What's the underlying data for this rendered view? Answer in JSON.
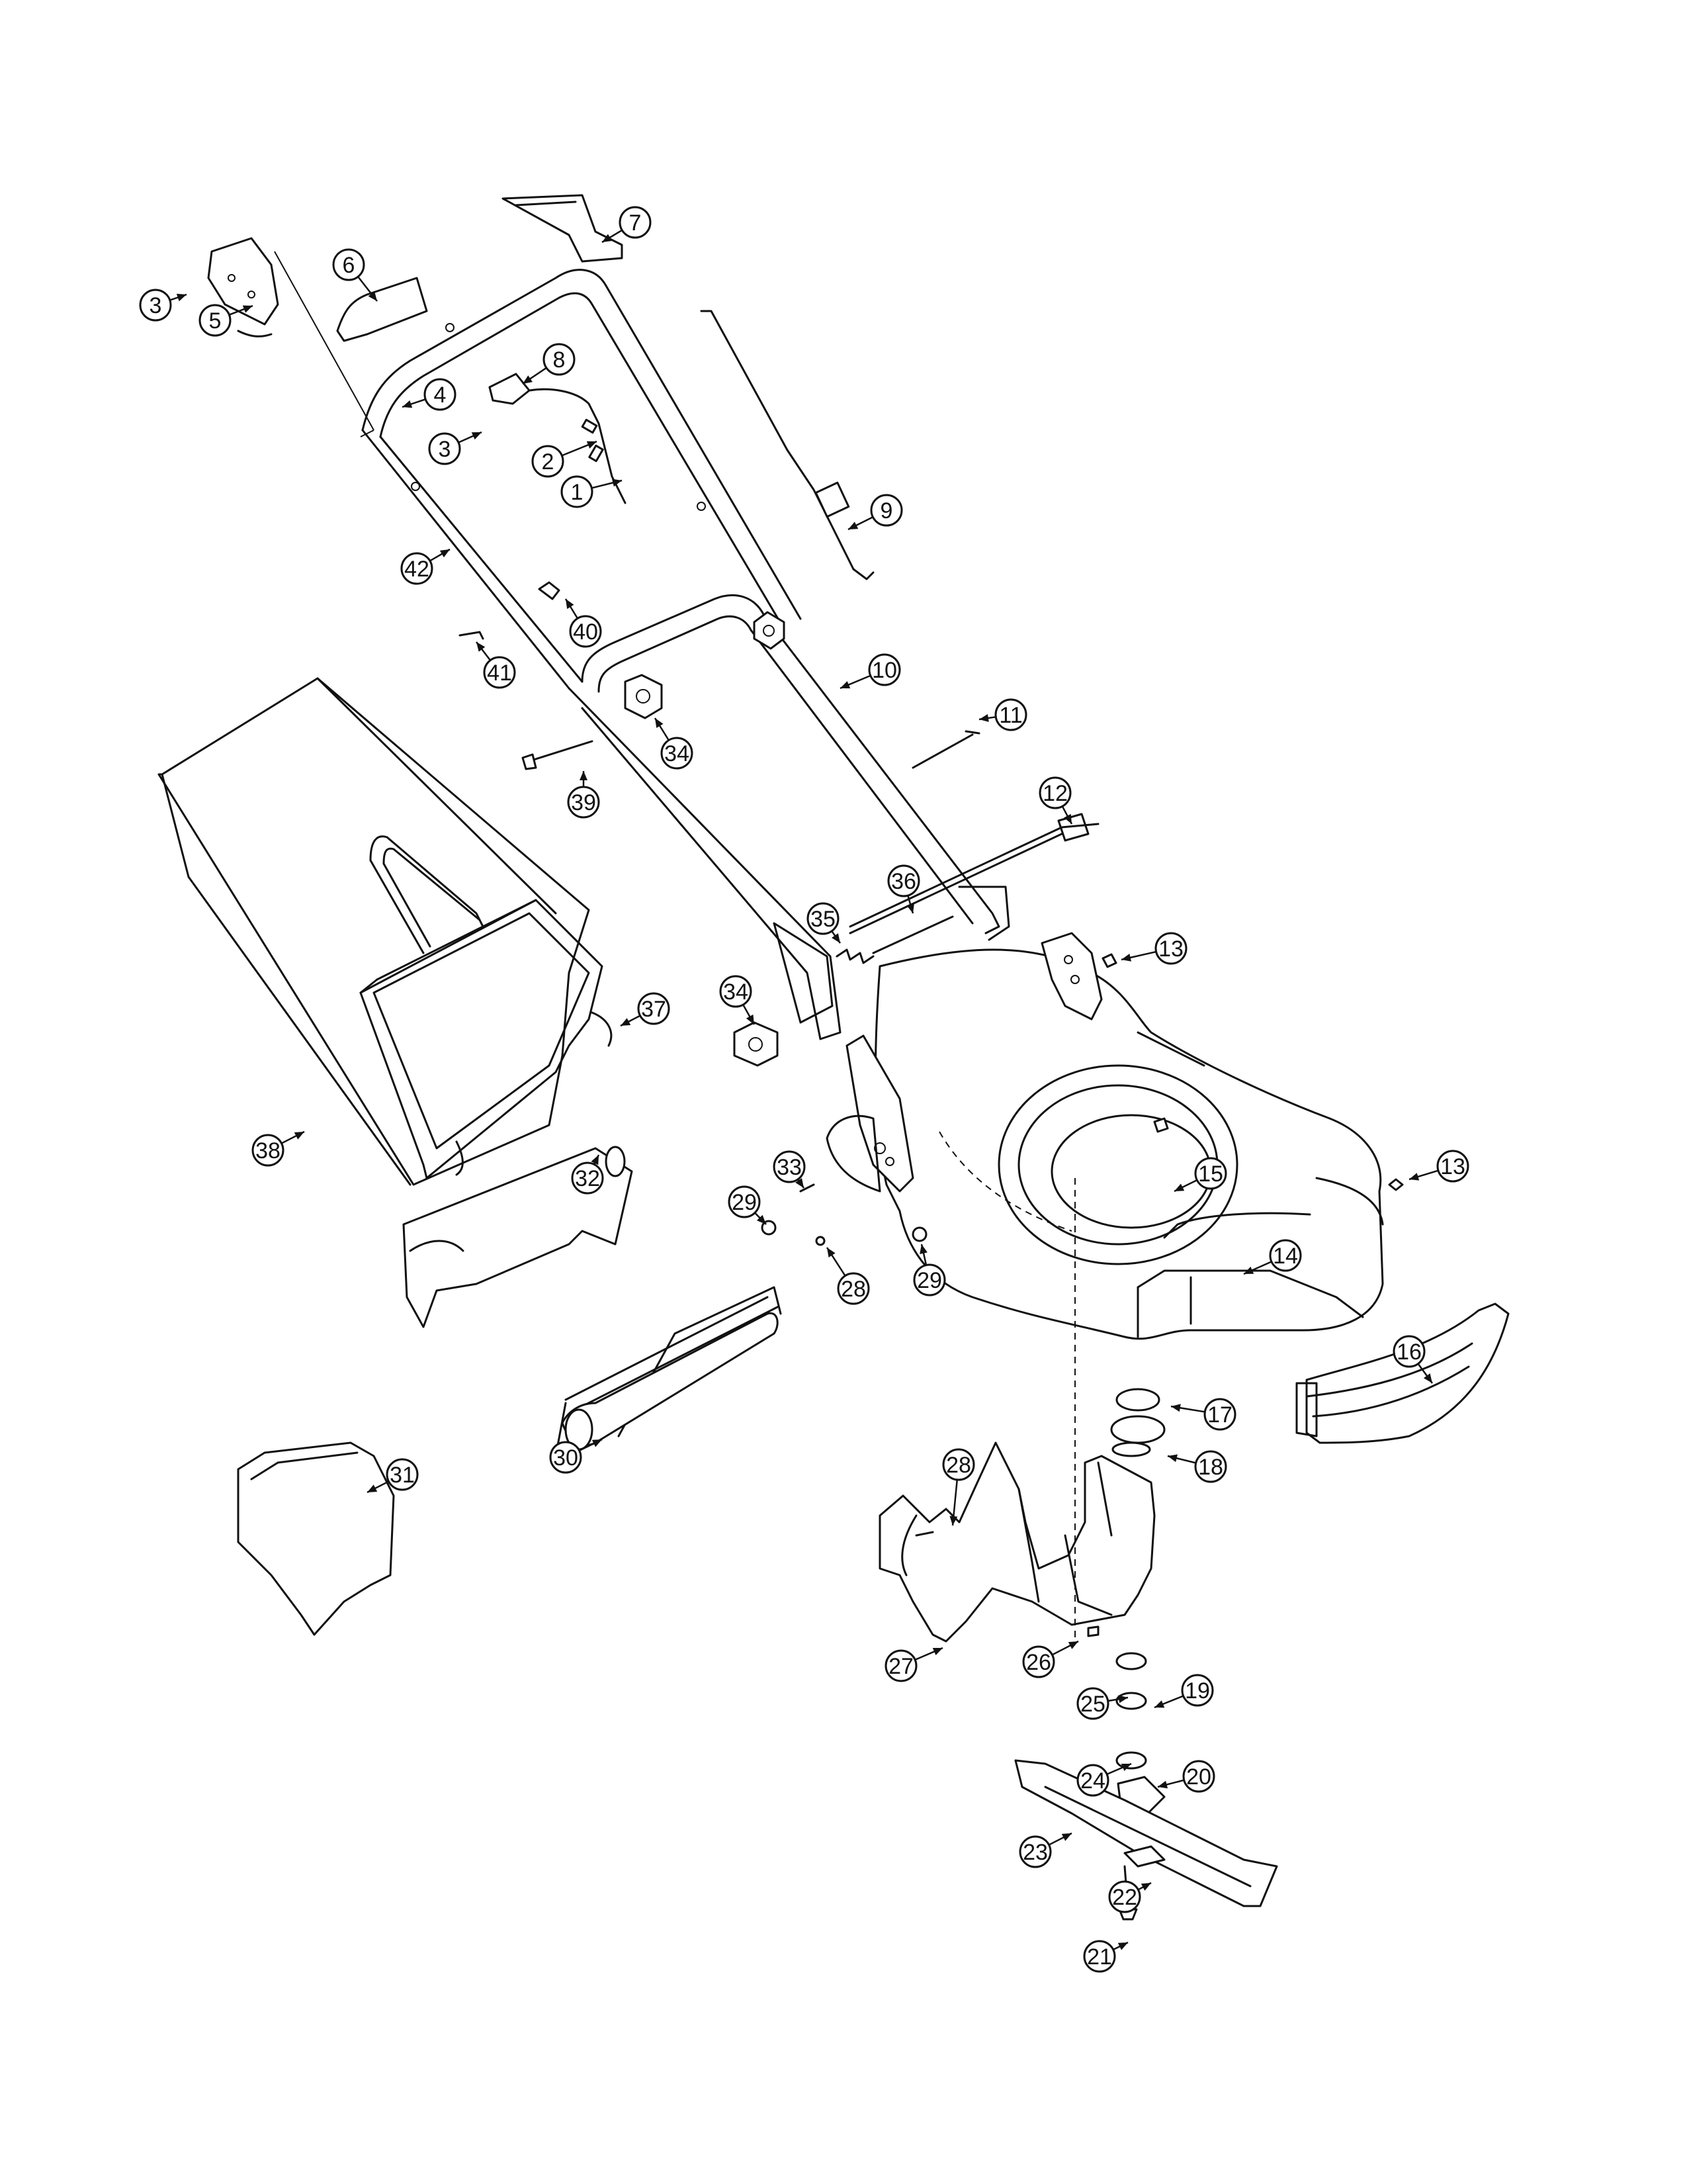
{
  "callouts": [
    {
      "id": "c1",
      "label": "1"
    },
    {
      "id": "c2",
      "label": "2"
    },
    {
      "id": "c3a",
      "label": "3"
    },
    {
      "id": "c3b",
      "label": "3"
    },
    {
      "id": "c4",
      "label": "4"
    },
    {
      "id": "c5",
      "label": "5"
    },
    {
      "id": "c6",
      "label": "6"
    },
    {
      "id": "c7",
      "label": "7"
    },
    {
      "id": "c8",
      "label": "8"
    },
    {
      "id": "c9",
      "label": "9"
    },
    {
      "id": "c10",
      "label": "10"
    },
    {
      "id": "c11",
      "label": "11"
    },
    {
      "id": "c12",
      "label": "12"
    },
    {
      "id": "c13a",
      "label": "13"
    },
    {
      "id": "c13b",
      "label": "13"
    },
    {
      "id": "c14",
      "label": "14"
    },
    {
      "id": "c15",
      "label": "15"
    },
    {
      "id": "c16",
      "label": "16"
    },
    {
      "id": "c17",
      "label": "17"
    },
    {
      "id": "c18",
      "label": "18"
    },
    {
      "id": "c19",
      "label": "19"
    },
    {
      "id": "c20",
      "label": "20"
    },
    {
      "id": "c21",
      "label": "21"
    },
    {
      "id": "c22",
      "label": "22"
    },
    {
      "id": "c23",
      "label": "23"
    },
    {
      "id": "c24",
      "label": "24"
    },
    {
      "id": "c25",
      "label": "25"
    },
    {
      "id": "c26",
      "label": "26"
    },
    {
      "id": "c27",
      "label": "27"
    },
    {
      "id": "c28a",
      "label": "28"
    },
    {
      "id": "c28b",
      "label": "28"
    },
    {
      "id": "c29a",
      "label": "29"
    },
    {
      "id": "c29b",
      "label": "29"
    },
    {
      "id": "c30",
      "label": "30"
    },
    {
      "id": "c31",
      "label": "31"
    },
    {
      "id": "c32",
      "label": "32"
    },
    {
      "id": "c33",
      "label": "33"
    },
    {
      "id": "c34a",
      "label": "34"
    },
    {
      "id": "c34b",
      "label": "34"
    },
    {
      "id": "c35",
      "label": "35"
    },
    {
      "id": "c36",
      "label": "36"
    },
    {
      "id": "c37",
      "label": "37"
    },
    {
      "id": "c38",
      "label": "38"
    },
    {
      "id": "c39",
      "label": "39"
    },
    {
      "id": "c40",
      "label": "40"
    },
    {
      "id": "c41",
      "label": "41"
    },
    {
      "id": "c42",
      "label": "42"
    }
  ]
}
